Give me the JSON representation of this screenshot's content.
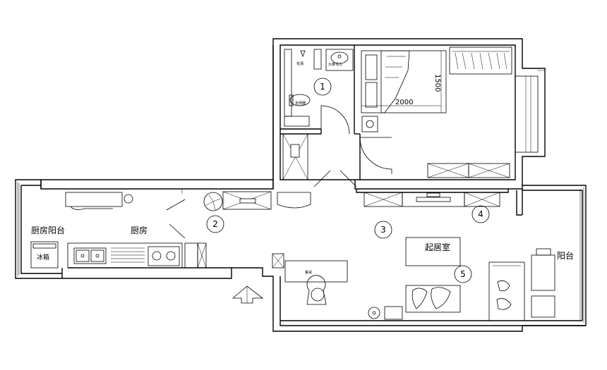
{
  "rooms": {
    "living_room": "起居室",
    "kitchen": "厨房",
    "kitchen_balcony": "厨房阳台",
    "balcony": "阳台"
  },
  "appliances": {
    "fridge": "冰箱"
  },
  "dimensions": {
    "bed_length": "2000",
    "bed_width": "1500"
  },
  "markers": [
    "1",
    "2",
    "3",
    "4",
    "5"
  ]
}
